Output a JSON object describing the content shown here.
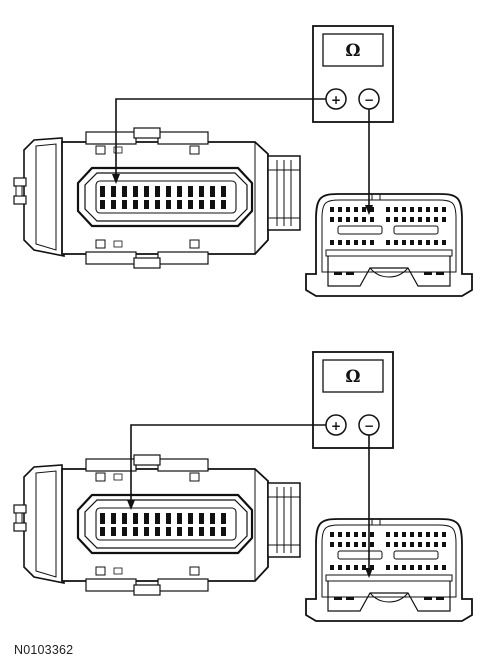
{
  "figure": {
    "id": "N0103362"
  },
  "panels": [
    {
      "meter": {
        "symbol": "Ω",
        "positive_label": "+",
        "negative_label": "−"
      }
    },
    {
      "meter": {
        "symbol": "Ω",
        "positive_label": "+",
        "negative_label": "−"
      }
    }
  ],
  "colors": {
    "line": "#111111",
    "fill": "#ffffff",
    "shade": "#e6e6e6"
  }
}
